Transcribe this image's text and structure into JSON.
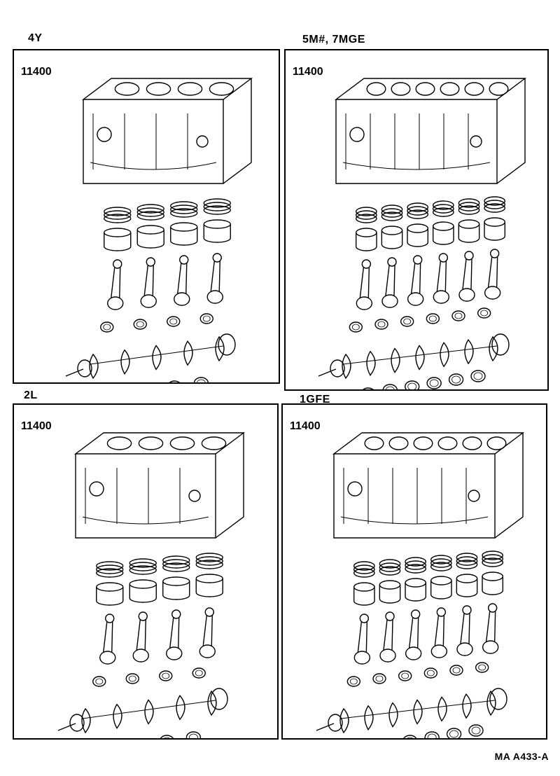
{
  "panels": [
    {
      "engine": "4Y",
      "part_number": "11400",
      "cylinders": 4
    },
    {
      "engine": "5M#, 7MGE",
      "part_number": "11400",
      "cylinders": 6
    },
    {
      "engine": "2L",
      "part_number": "11400",
      "cylinders": 4
    },
    {
      "engine": "1GFE",
      "part_number": "11400",
      "cylinders": 6
    }
  ],
  "footer": {
    "reference_code": "MA  A433-A"
  }
}
